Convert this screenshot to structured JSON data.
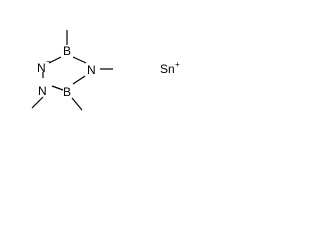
{
  "molecule": {
    "ring_atoms": {
      "boron_top": "B",
      "nitrogen_right": "N",
      "boron_bottom": "B",
      "nitrogen_bottom_left": "N",
      "nitrogen_left": "N",
      "nitrogen_left_charge": "−"
    },
    "counter_ion": {
      "symbol": "Sn",
      "charge": "+"
    }
  }
}
